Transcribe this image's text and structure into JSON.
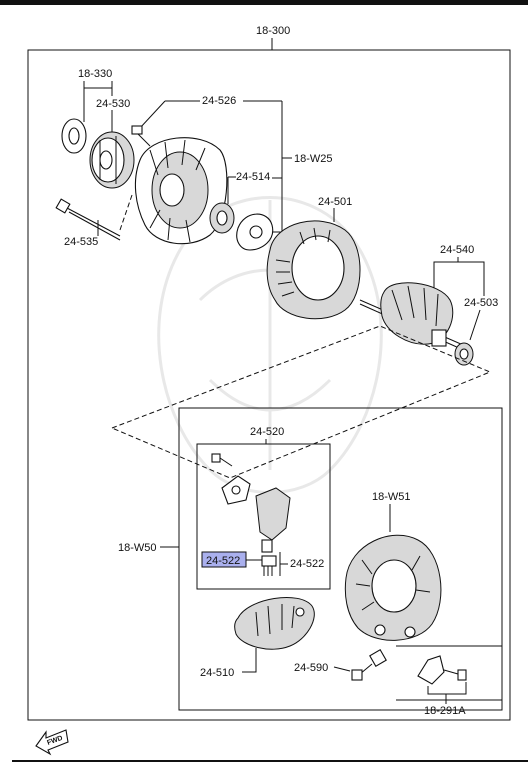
{
  "labels": {
    "assembly": "18-300",
    "pulley_group": "18-330",
    "pulley": "24-530",
    "front_bracket": "24-526",
    "bracket_kit": "18-W25",
    "front_bearing": "24-514",
    "through_bolt": "24-535",
    "stator": "24-501",
    "rotor": "24-540",
    "rear_bearing": "24-503",
    "brush_holder": "24-520",
    "brush": "24-522",
    "brush_spring": "24-522",
    "regulator_kit": "18-W50",
    "rear_cover": "18-W51",
    "rectifier": "24-510",
    "terminal_bolt": "24-590",
    "stay": "18-291A"
  },
  "highlight_color": "#aab0ee",
  "fwd_label": "FWD",
  "fwd_icon": "fwd-arrow-icon"
}
